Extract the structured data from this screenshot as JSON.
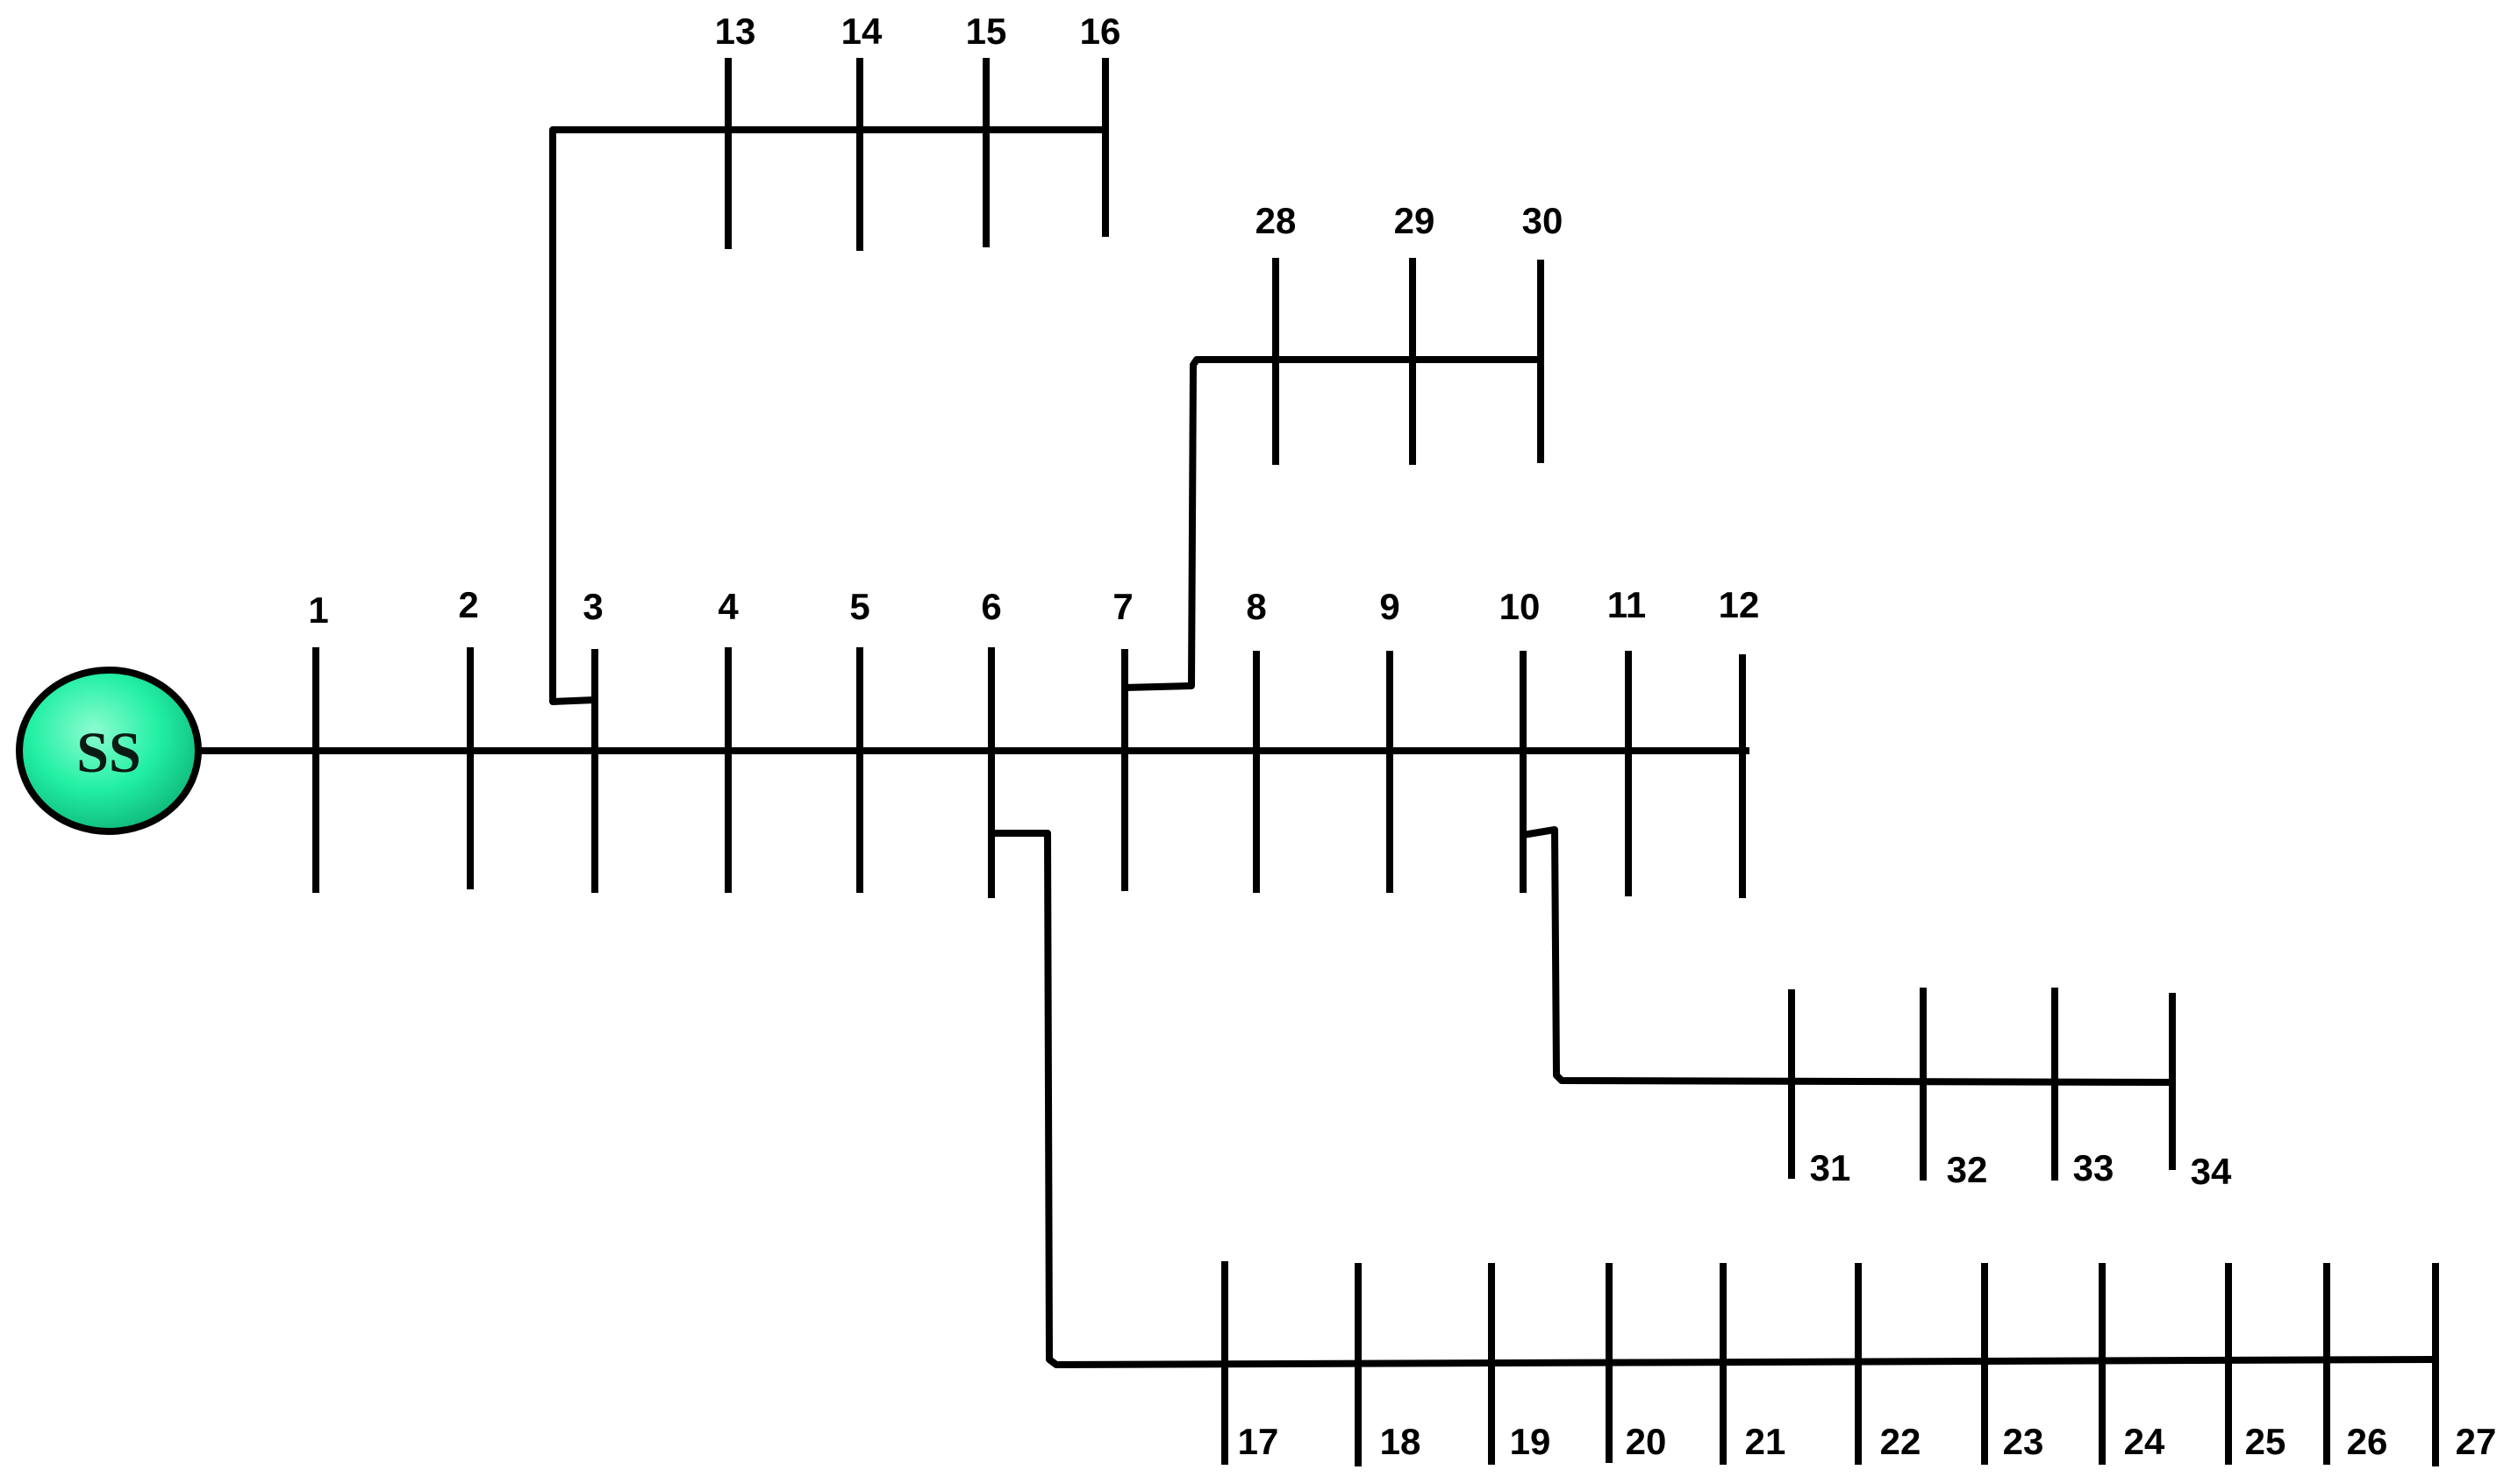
{
  "source": {
    "label": "SS",
    "fill_color": "#22f0a4",
    "fill_color_light": "#8dfcd0",
    "fill_color_dark": "#0fb87a"
  },
  "buses": [
    "1",
    "2",
    "3",
    "4",
    "5",
    "6",
    "7",
    "8",
    "9",
    "10",
    "11",
    "12",
    "13",
    "14",
    "15",
    "16",
    "17",
    "18",
    "19",
    "20",
    "21",
    "22",
    "23",
    "24",
    "25",
    "26",
    "27",
    "28",
    "29",
    "30",
    "31",
    "32",
    "33",
    "34"
  ]
}
